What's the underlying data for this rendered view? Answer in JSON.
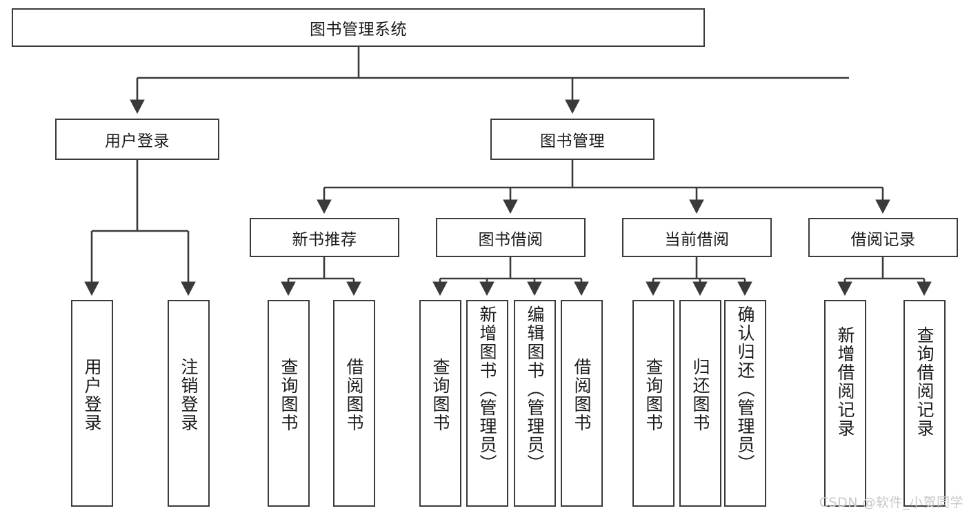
{
  "diagram": {
    "type": "tree-hierarchy-chart",
    "title": "图书管理系统",
    "background_color": "#ffffff",
    "line_color": "#3a3a3a",
    "text_color": "#1b1b1b",
    "root": {
      "label": "图书管理系统"
    },
    "level2": [
      {
        "id": "user-login",
        "label": "用户登录"
      },
      {
        "id": "book-management",
        "label": "图书管理"
      }
    ],
    "level3": [
      {
        "id": "new-book-recommend",
        "label": "新书推荐"
      },
      {
        "id": "book-borrow",
        "label": "图书借阅"
      },
      {
        "id": "current-borrow",
        "label": "当前借阅"
      },
      {
        "id": "borrow-record",
        "label": "借阅记录"
      }
    ],
    "leaves": {
      "user_login": [
        {
          "id": "leaf-user-login",
          "label": "用户登录"
        },
        {
          "id": "leaf-logout-login",
          "label": "注销登录"
        }
      ],
      "new_book_recommend": [
        {
          "id": "leaf-query-book-1",
          "label": "查询图书"
        },
        {
          "id": "leaf-borrow-book-1",
          "label": "借阅图书"
        }
      ],
      "book_borrow": [
        {
          "id": "leaf-query-book-2",
          "label": "查询图书"
        },
        {
          "id": "leaf-add-book",
          "label": "新增图书（管理员）"
        },
        {
          "id": "leaf-edit-book",
          "label": "编辑图书（管理员）"
        },
        {
          "id": "leaf-borrow-book-2",
          "label": "借阅图书"
        }
      ],
      "current_borrow": [
        {
          "id": "leaf-query-book-3",
          "label": "查询图书"
        },
        {
          "id": "leaf-return-book",
          "label": "归还图书"
        },
        {
          "id": "leaf-confirm-return",
          "label": "确认归还（管理员）"
        }
      ],
      "borrow_record": [
        {
          "id": "leaf-add-record",
          "label": "新增借阅记录"
        },
        {
          "id": "leaf-query-record",
          "label": "查询借阅记录"
        }
      ]
    },
    "watermark": "CSDN @软件_小贺同学"
  }
}
